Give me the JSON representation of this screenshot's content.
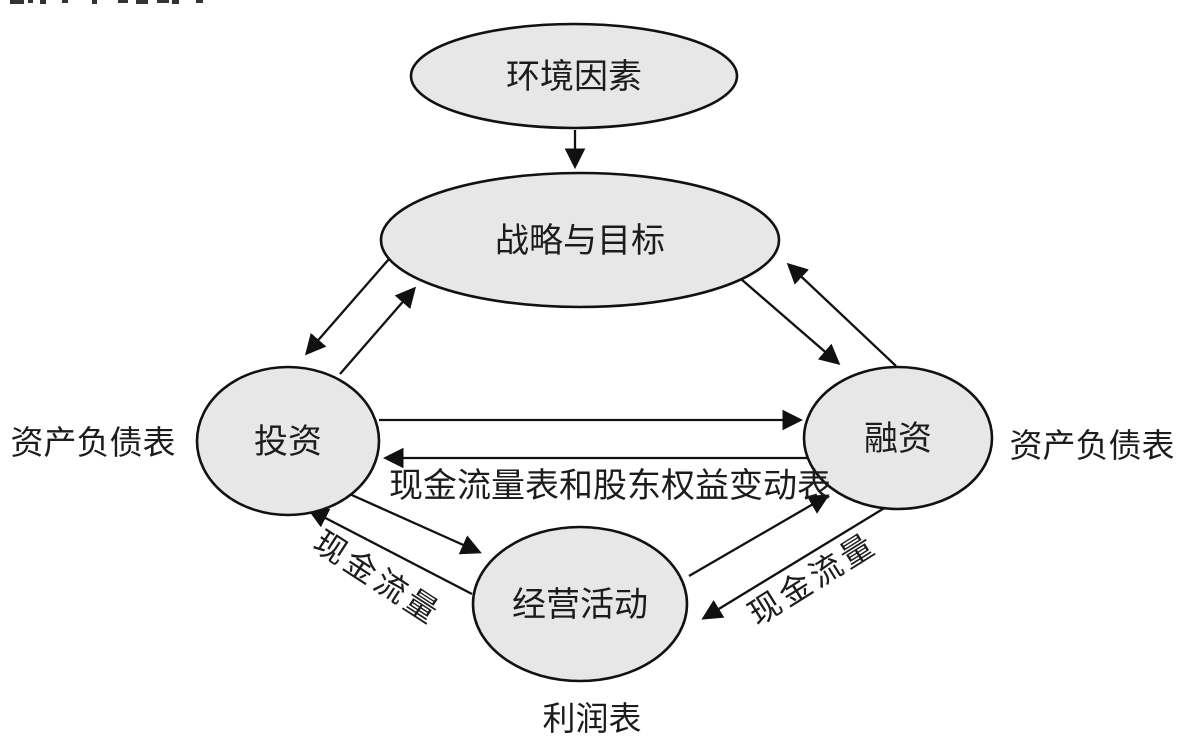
{
  "diagram": {
    "title_meaning": "diagram of strategy, investment, financing, operations and related financial statements",
    "nodes": {
      "environment": {
        "label": "环境因素"
      },
      "strategy": {
        "label": "战略与目标"
      },
      "investment": {
        "label": "投资"
      },
      "financing": {
        "label": "融资"
      },
      "operations": {
        "label": "经营活动"
      }
    },
    "edge_labels": {
      "cash_flow_and_equity_statement": "现金流量表和股东权益变动表",
      "cash_flow_left": "现金流量",
      "cash_flow_right": "现金流量"
    },
    "external_labels": {
      "balance_sheet_left": "资产负债表",
      "balance_sheet_right": "资产负债表",
      "income_statement": "利润表"
    },
    "colors": {
      "node_fill": "#e7e7e7",
      "node_stroke": "#111111",
      "arrow": "#111111",
      "text": "#1c1c1c",
      "background": "#ffffff"
    }
  }
}
